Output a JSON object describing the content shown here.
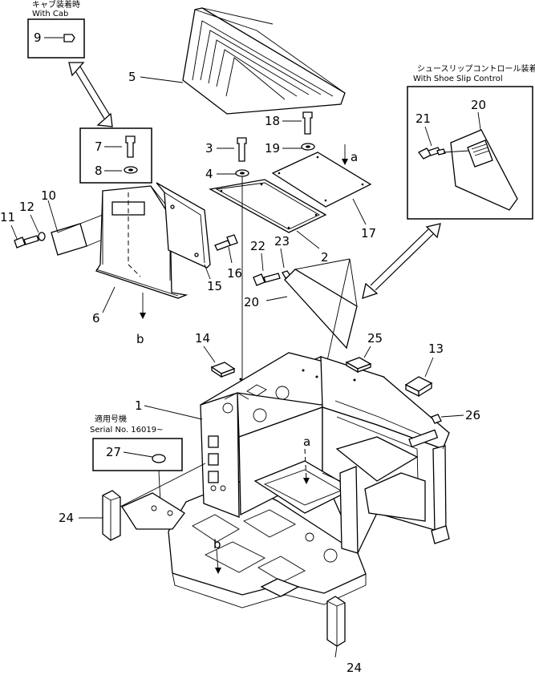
{
  "callouts": {
    "c1": "1",
    "c2": "2",
    "c3": "3",
    "c4": "4",
    "c5": "5",
    "c6": "6",
    "c7": "7",
    "c8": "8",
    "c9": "9",
    "c10": "10",
    "c11": "11",
    "c12": "12",
    "c13": "13",
    "c14": "14",
    "c15": "15",
    "c16": "16",
    "c17": "17",
    "c18": "18",
    "c19": "19",
    "c20a": "20",
    "c20b": "20",
    "c21": "21",
    "c22": "22",
    "c23": "23",
    "c24a": "24",
    "c24b": "24",
    "c25": "25",
    "c26": "26",
    "c27": "27"
  },
  "references": {
    "a_top": "a",
    "a_bottom": "a",
    "b_left": "b",
    "b_bottom": "b"
  },
  "insets": {
    "cab": {
      "jp": "キャブ装着時",
      "en": "With  Cab"
    },
    "shoe": {
      "jp": "シュースリップコントロール装着時",
      "en": "With  Shoe  Slip  Control"
    },
    "serial": {
      "jp": "適用号機",
      "en": "Serial  No.  16019~"
    }
  }
}
